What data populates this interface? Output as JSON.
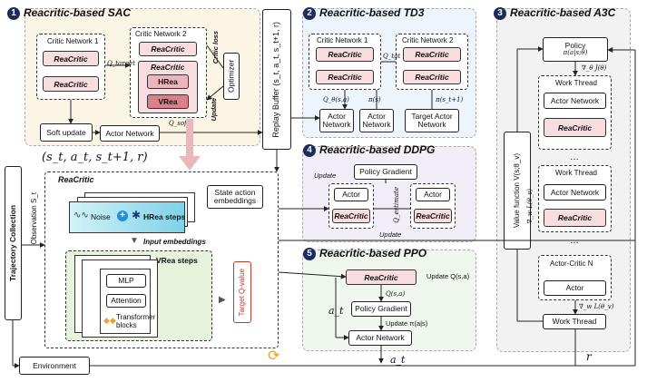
{
  "sac": {
    "num": "1",
    "title": "Reacritic-based SAC",
    "critic1": "Critic Network 1",
    "critic2": "Critic Network 2",
    "reacritic": "ReaCritic",
    "hrea": "HRea",
    "vrea": "VRea",
    "q_target": "Q_target",
    "q_soft": "Q_soft",
    "critic_loss": "Critic loss",
    "optimizer": "Optimizer",
    "update": "Update",
    "soft_update": "Soft update",
    "actor_network": "Actor Network"
  },
  "replay": {
    "label": "Replay Buffer (s_t, a_t, s_t+1, r)"
  },
  "td3": {
    "num": "2",
    "title": "Reacritic-based TD3",
    "critic1": "Critic Network 1",
    "critic2": "Critic Network 2",
    "reacritic": "ReaCritic",
    "q_tgt": "Q_tgt",
    "q_theta": "Q_θ(s,a)",
    "pi_s": "π(s)",
    "pi_s1": "π(s_t+1)",
    "actor_network": "Actor Network",
    "actor_network2": "Actor Network",
    "target_actor": "Target Actor Network"
  },
  "ddpg": {
    "num": "4",
    "title": "Reacritic-based DDPG",
    "policy_gradient": "Policy Gradient",
    "update": "Update",
    "actor": "Actor",
    "reacritic": "ReaCritic",
    "q_estimate": "Q_estimate",
    "update2": "Update"
  },
  "ppo": {
    "num": "5",
    "title": "Reacritic-based PPO",
    "reacritic": "ReaCritic",
    "update_q": "Update Q(s,a)",
    "q": "Q(s,a)",
    "policy_gradient": "Policy Gradient",
    "update_pi": "Update π(a|s)",
    "actor_network": "Actor Network",
    "a_t": "a_t"
  },
  "a3c": {
    "num": "3",
    "title": "Reacritic-based A3C",
    "policy": "Policy",
    "policy_sub": "π(a|s;θ)",
    "grad1": "∇_θ J(θ)",
    "wt1": "Work Thread",
    "actor1": "Actor Network",
    "rc1": "ReaCritic",
    "dots1": "…",
    "wt2": "Work Thread",
    "actor2": "Actor Network",
    "rc2": "ReaCritic",
    "dots2": "…",
    "actor_critic": "Actor-Critic N",
    "actor3": "Actor",
    "grad2": "∇_w L(θ_v)",
    "wt3": "Work Thread",
    "value_fn": "Value function V(s;θ_v)",
    "grad_side": "∇_w L(θ_v)",
    "r": "r"
  },
  "main": {
    "state_tuple": "(s_t, a_t, s_t+1, r)",
    "trajectory": "Trajectory Collection",
    "observation": "Observation S_t",
    "reacritic": "ReaCritic",
    "state_action": "State action embeddings",
    "noise": "Noise",
    "plus": "+",
    "hrea_steps": "HRea steps",
    "input_emb": "Input embeddings",
    "vrea_steps": "VRea steps",
    "mlp": "MLP",
    "attention": "Attention",
    "transformer": "Transformer blocks",
    "target_q": "Target Q-value",
    "environment": "Environment",
    "a_t": "a_t",
    "r": "r"
  }
}
